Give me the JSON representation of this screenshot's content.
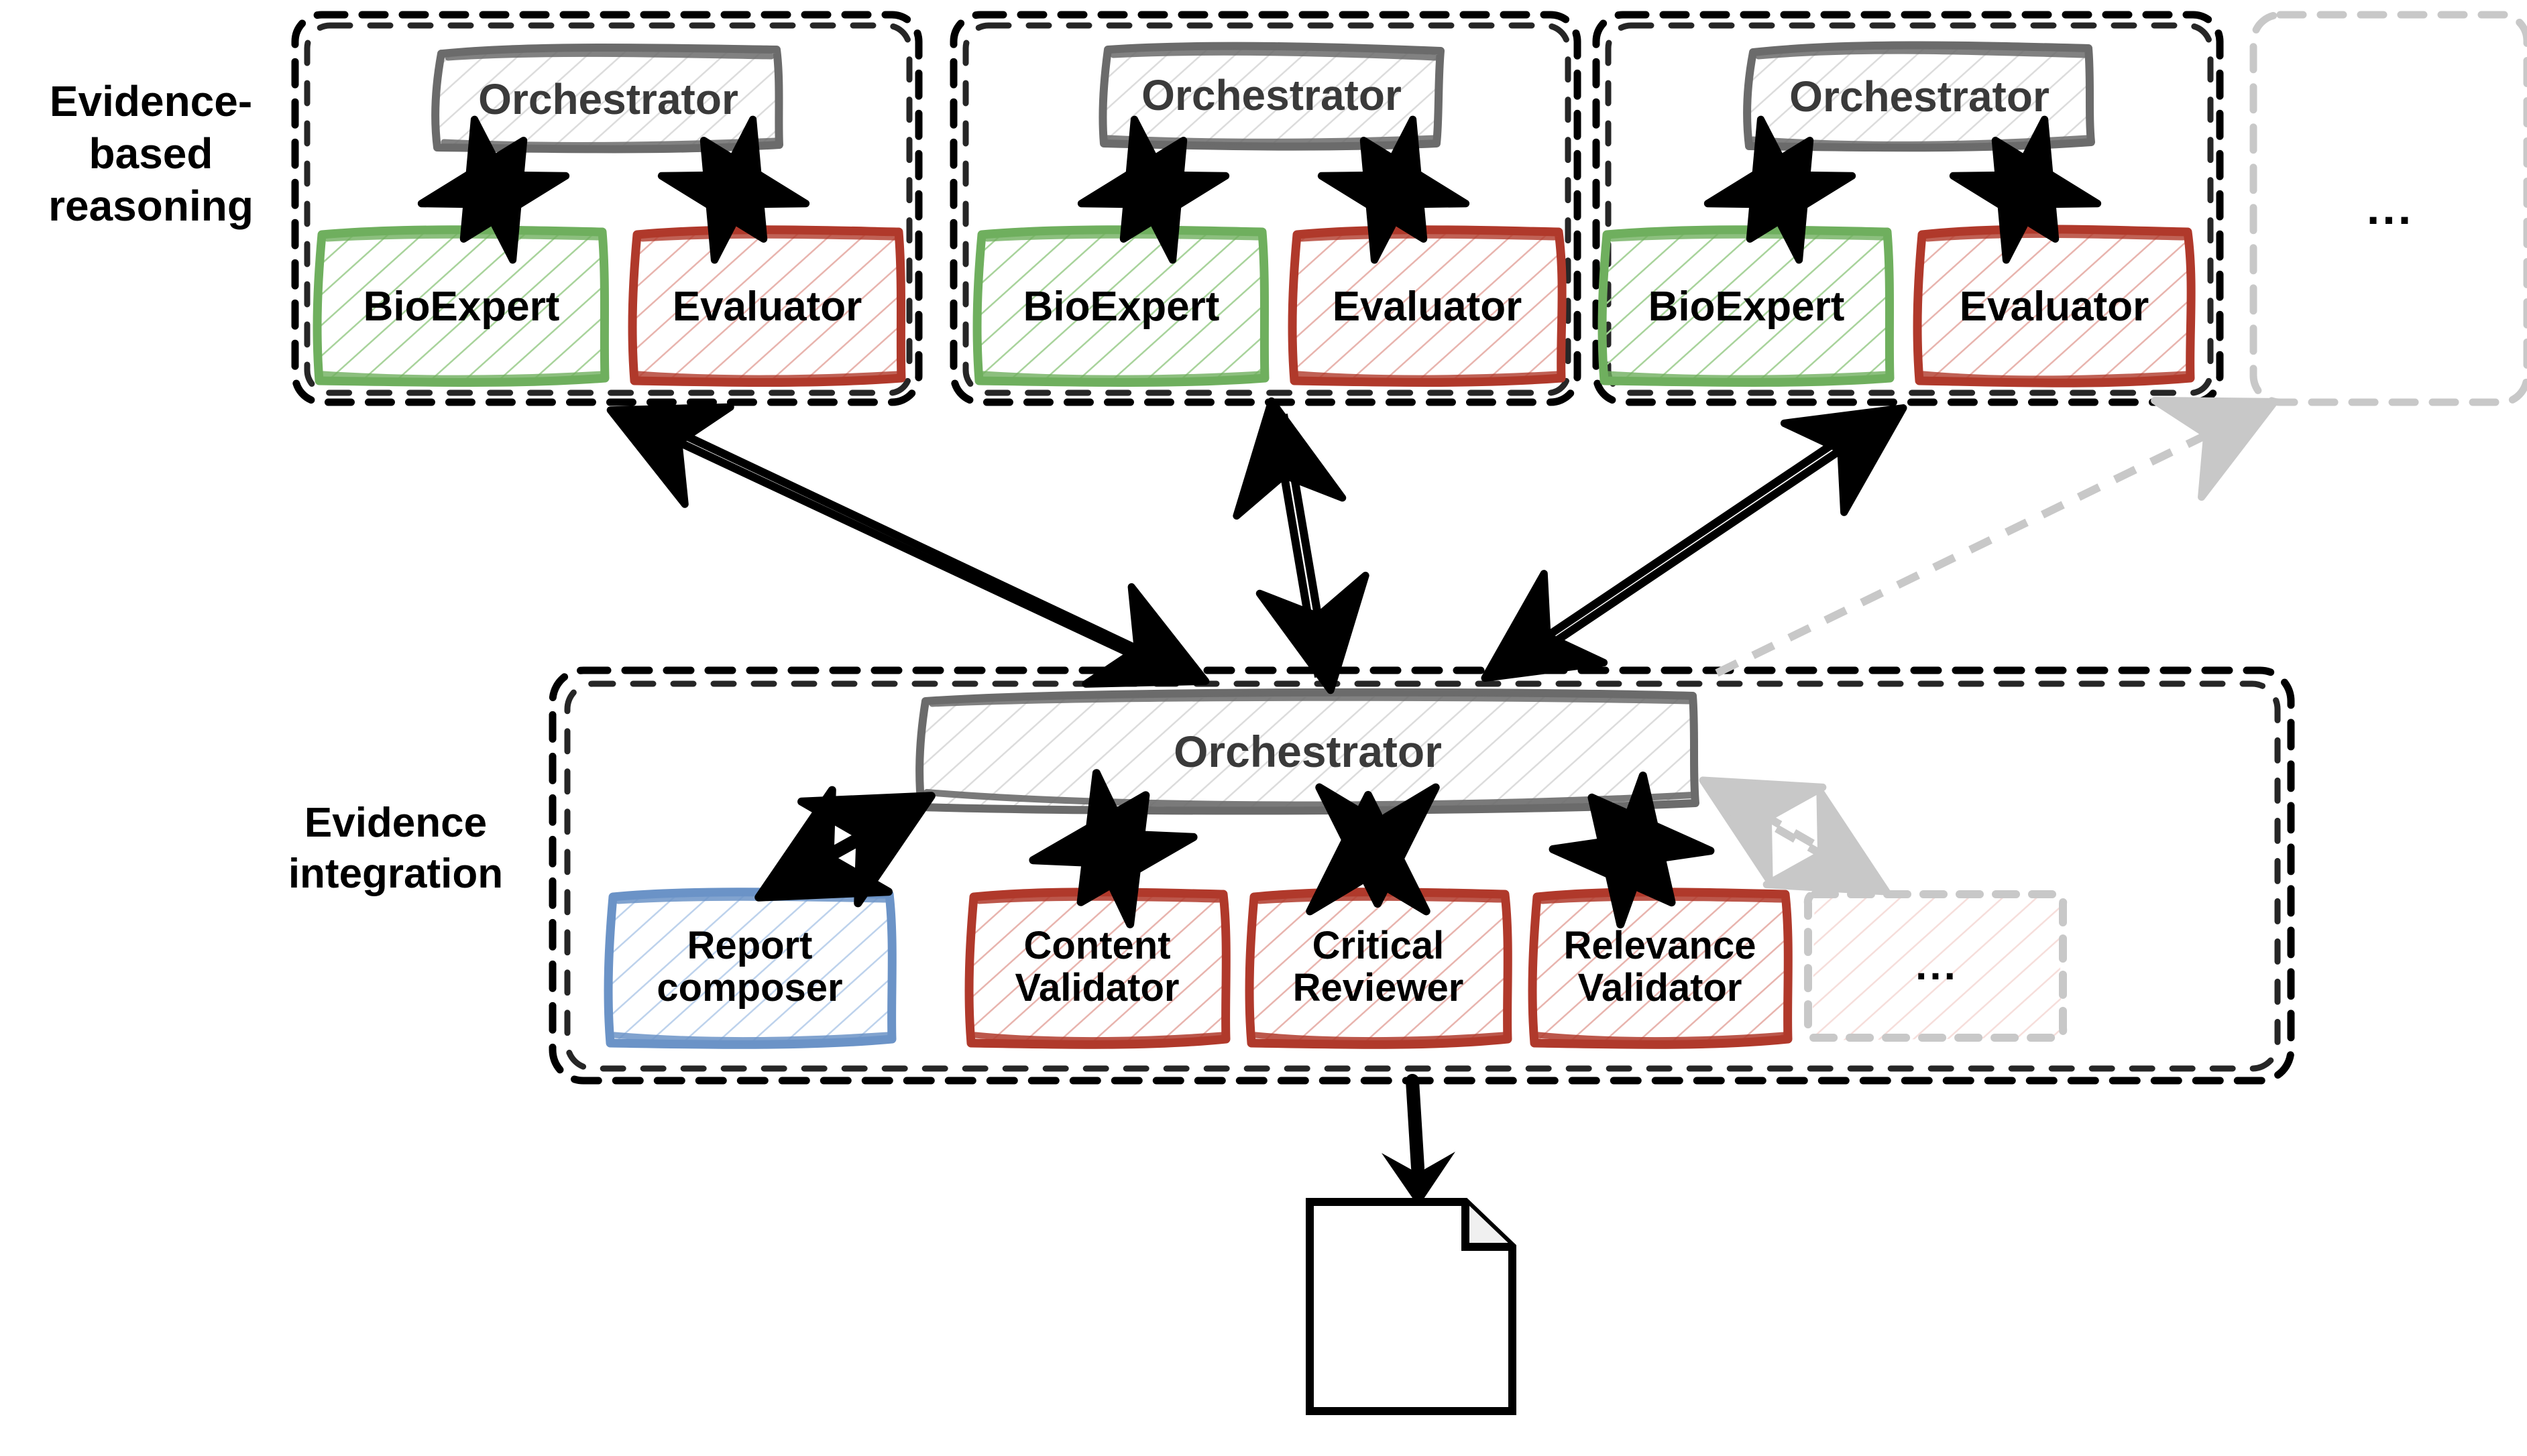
{
  "figure": {
    "type": "architecture-diagram",
    "title": "Multi-agent evidence reasoning and integration architecture"
  },
  "sections": [
    {
      "id": "evidence-based-reasoning",
      "label": "Evidence-\nbased\nreasoning"
    },
    {
      "id": "evidence-integration",
      "label": "Evidence\nintegration"
    }
  ],
  "section_labels": {
    "reasoning": "Evidence-\nbased\nreasoning",
    "integration": "Evidence\nintegration"
  },
  "reasoning_groups": [
    {
      "id": "group-1",
      "orchestrator": "Orchestrator",
      "agents": [
        {
          "name": "BioExpert",
          "role": "expert",
          "color": "#6FAF5E"
        },
        {
          "name": "Evaluator",
          "role": "evaluator",
          "color": "#B0392B"
        }
      ],
      "faded": false
    },
    {
      "id": "group-2",
      "orchestrator": "Orchestrator",
      "agents": [
        {
          "name": "BioExpert",
          "role": "expert",
          "color": "#6FAF5E"
        },
        {
          "name": "Evaluator",
          "role": "evaluator",
          "color": "#B0392B"
        }
      ],
      "faded": false
    },
    {
      "id": "group-3",
      "orchestrator": "Orchestrator",
      "agents": [
        {
          "name": "BioExpert",
          "role": "expert",
          "color": "#6FAF5E"
        },
        {
          "name": "Evaluator",
          "role": "evaluator",
          "color": "#B0392B"
        }
      ],
      "faded": false
    },
    {
      "id": "group-more",
      "orchestrator": "",
      "agents": [],
      "ellipsis": "...",
      "faded": true
    }
  ],
  "integration": {
    "orchestrator": "Orchestrator",
    "agents": [
      {
        "name": "Report\ncomposer",
        "line1": "Report",
        "line2": "composer",
        "color": "#6B93C7"
      },
      {
        "name": "Content\nValidator",
        "line1": "Content",
        "line2": "Validator",
        "color": "#B0392B"
      },
      {
        "name": "Critical\nReviewer",
        "line1": "Critical",
        "line2": "Reviewer",
        "color": "#B0392B"
      },
      {
        "name": "Relevance\nValidator",
        "line1": "Relevance",
        "line2": "Validator",
        "color": "#B0392B"
      }
    ],
    "ellipsis": "..."
  },
  "output": {
    "icon": "document-icon",
    "label": ""
  },
  "colors": {
    "green": "#6FAF5E",
    "green_hatch": "#A8D39B",
    "red": "#B0392B",
    "red_hatch": "#E8B4AE",
    "blue": "#6B93C7",
    "blue_hatch": "#BDD2EC",
    "gray": "#6B6B6B",
    "gray_hatch": "#D9D9D9",
    "faded": "#C8C8C8",
    "black": "#000000",
    "background": "#FFFFFF"
  }
}
